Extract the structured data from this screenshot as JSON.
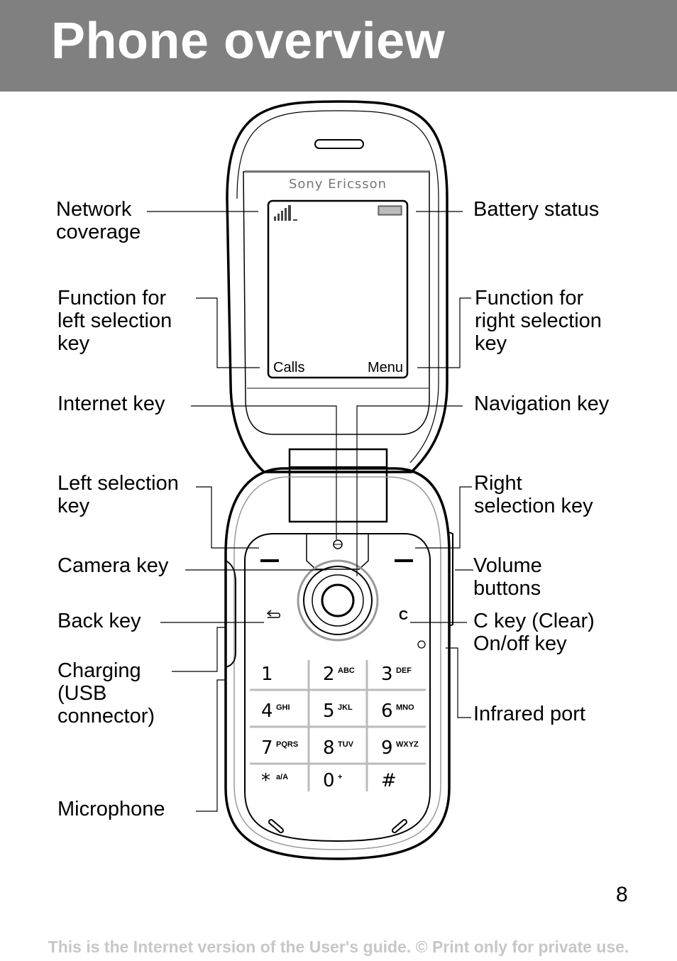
{
  "page": {
    "title": "Phone overview",
    "page_number": "8",
    "footer": "This is the Internet version of the User's guide. © Print only for private use."
  },
  "phone": {
    "brand": "Sony Ericsson",
    "softkey_left": "Calls",
    "softkey_right": "Menu",
    "c_key": "C",
    "keypad": [
      {
        "digit": "1",
        "letters": ""
      },
      {
        "digit": "2",
        "letters": "ABC"
      },
      {
        "digit": "3",
        "letters": "DEF"
      },
      {
        "digit": "4",
        "letters": "GHI"
      },
      {
        "digit": "5",
        "letters": "JKL"
      },
      {
        "digit": "6",
        "letters": "MNO"
      },
      {
        "digit": "7",
        "letters": "PQRS"
      },
      {
        "digit": "8",
        "letters": "TUV"
      },
      {
        "digit": "9",
        "letters": "WXYZ"
      },
      {
        "digit": "*",
        "letters": "a/A"
      },
      {
        "digit": "0",
        "letters": "+"
      },
      {
        "digit": "#",
        "letters": ""
      }
    ]
  },
  "labels": {
    "network_coverage": "Network\ncoverage",
    "battery_status": "Battery status",
    "left_function": "Function for\nleft selection\nkey",
    "right_function": "Function for\nright selection\nkey",
    "internet_key": "Internet key",
    "navigation_key": "Navigation key",
    "left_selection_key": "Left selection\nkey",
    "right_selection_key": "Right\nselection key",
    "camera_key": "Camera key",
    "volume_buttons": "Volume\nbuttons",
    "back_key": "Back key",
    "c_key_label": "C key (Clear)\nOn/off key",
    "charging": "Charging\n(USB\nconnector)",
    "infrared_port": "Infrared port",
    "microphone": "Microphone"
  }
}
